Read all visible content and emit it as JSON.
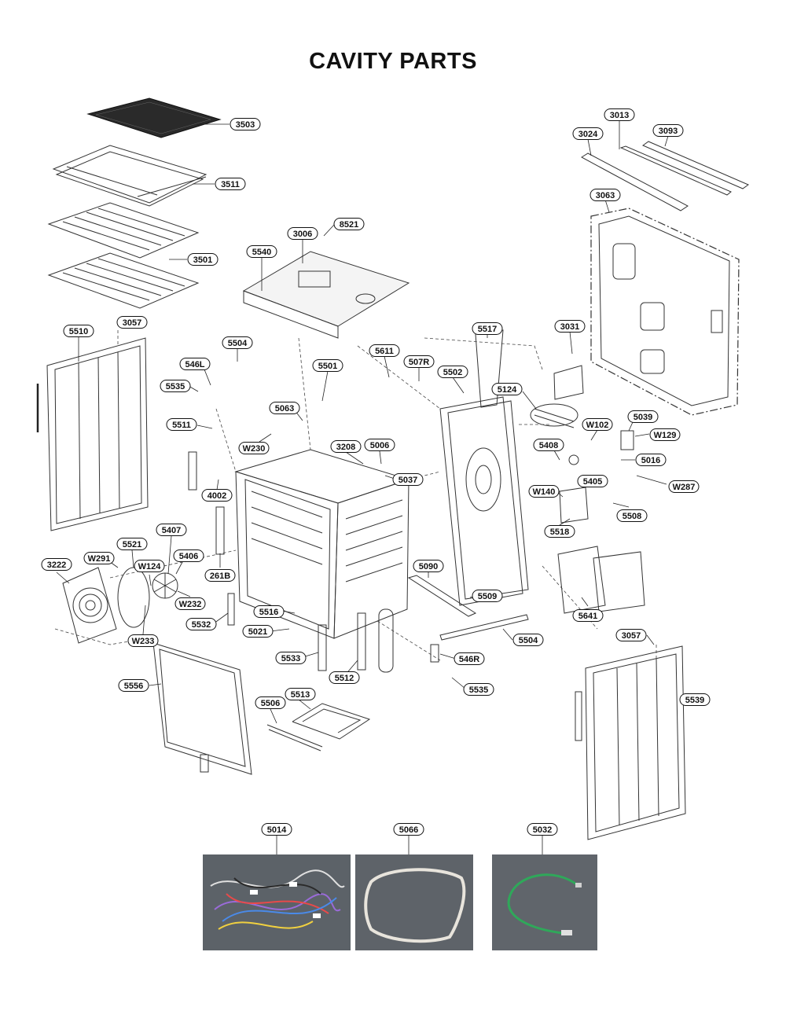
{
  "title": "CAVITY PARTS",
  "callouts": [
    {
      "label": "3503"
    },
    {
      "label": "3511"
    },
    {
      "label": "3501"
    },
    {
      "label": "3057"
    },
    {
      "label": "5510"
    },
    {
      "label": "3006"
    },
    {
      "label": "8521"
    },
    {
      "label": "5540"
    },
    {
      "label": "5504"
    },
    {
      "label": "546L"
    },
    {
      "label": "5535"
    },
    {
      "label": "5511"
    },
    {
      "label": "W230"
    },
    {
      "label": "5063"
    },
    {
      "label": "5501"
    },
    {
      "label": "5611"
    },
    {
      "label": "507R"
    },
    {
      "label": "5502"
    },
    {
      "label": "5517"
    },
    {
      "label": "3031"
    },
    {
      "label": "5124"
    },
    {
      "label": "3013"
    },
    {
      "label": "3024"
    },
    {
      "label": "3093"
    },
    {
      "label": "3063"
    },
    {
      "label": "W102"
    },
    {
      "label": "5039"
    },
    {
      "label": "W129"
    },
    {
      "label": "5408"
    },
    {
      "label": "5016"
    },
    {
      "label": "W287"
    },
    {
      "label": "5405"
    },
    {
      "label": "W140"
    },
    {
      "label": "5508"
    },
    {
      "label": "5518"
    },
    {
      "label": "3208"
    },
    {
      "label": "5006"
    },
    {
      "label": "5037"
    },
    {
      "label": "4002"
    },
    {
      "label": "5407"
    },
    {
      "label": "5521"
    },
    {
      "label": "W291"
    },
    {
      "label": "3222"
    },
    {
      "label": "W124"
    },
    {
      "label": "5406"
    },
    {
      "label": "261B"
    },
    {
      "label": "W232"
    },
    {
      "label": "5532"
    },
    {
      "label": "W233"
    },
    {
      "label": "5516"
    },
    {
      "label": "5021"
    },
    {
      "label": "5090"
    },
    {
      "label": "5509"
    },
    {
      "label": "5641"
    },
    {
      "label": "5504"
    },
    {
      "label": "546R"
    },
    {
      "label": "5535"
    },
    {
      "label": "5533"
    },
    {
      "label": "5512"
    },
    {
      "label": "5556"
    },
    {
      "label": "5506"
    },
    {
      "label": "5513"
    },
    {
      "label": "3057"
    },
    {
      "label": "5539"
    },
    {
      "label": "5014"
    },
    {
      "label": "5066"
    },
    {
      "label": "5032"
    }
  ]
}
